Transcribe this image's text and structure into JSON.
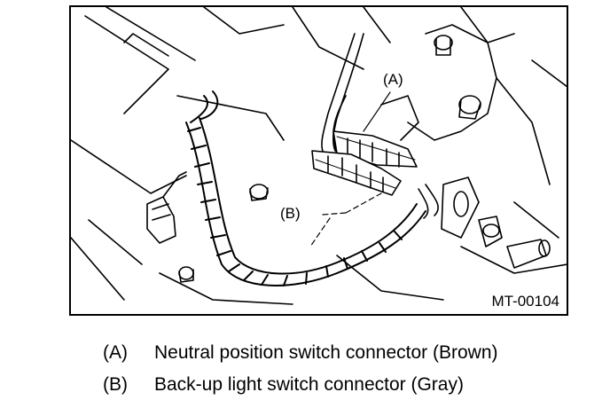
{
  "figure": {
    "id": "MT-00104",
    "callouts": [
      {
        "key": "(A)"
      },
      {
        "key": "(B)"
      }
    ]
  },
  "legend": [
    {
      "key": "(A)",
      "text": "Neutral position switch connector (Brown)"
    },
    {
      "key": "(B)",
      "text": "Back-up light switch connector (Gray)"
    }
  ]
}
